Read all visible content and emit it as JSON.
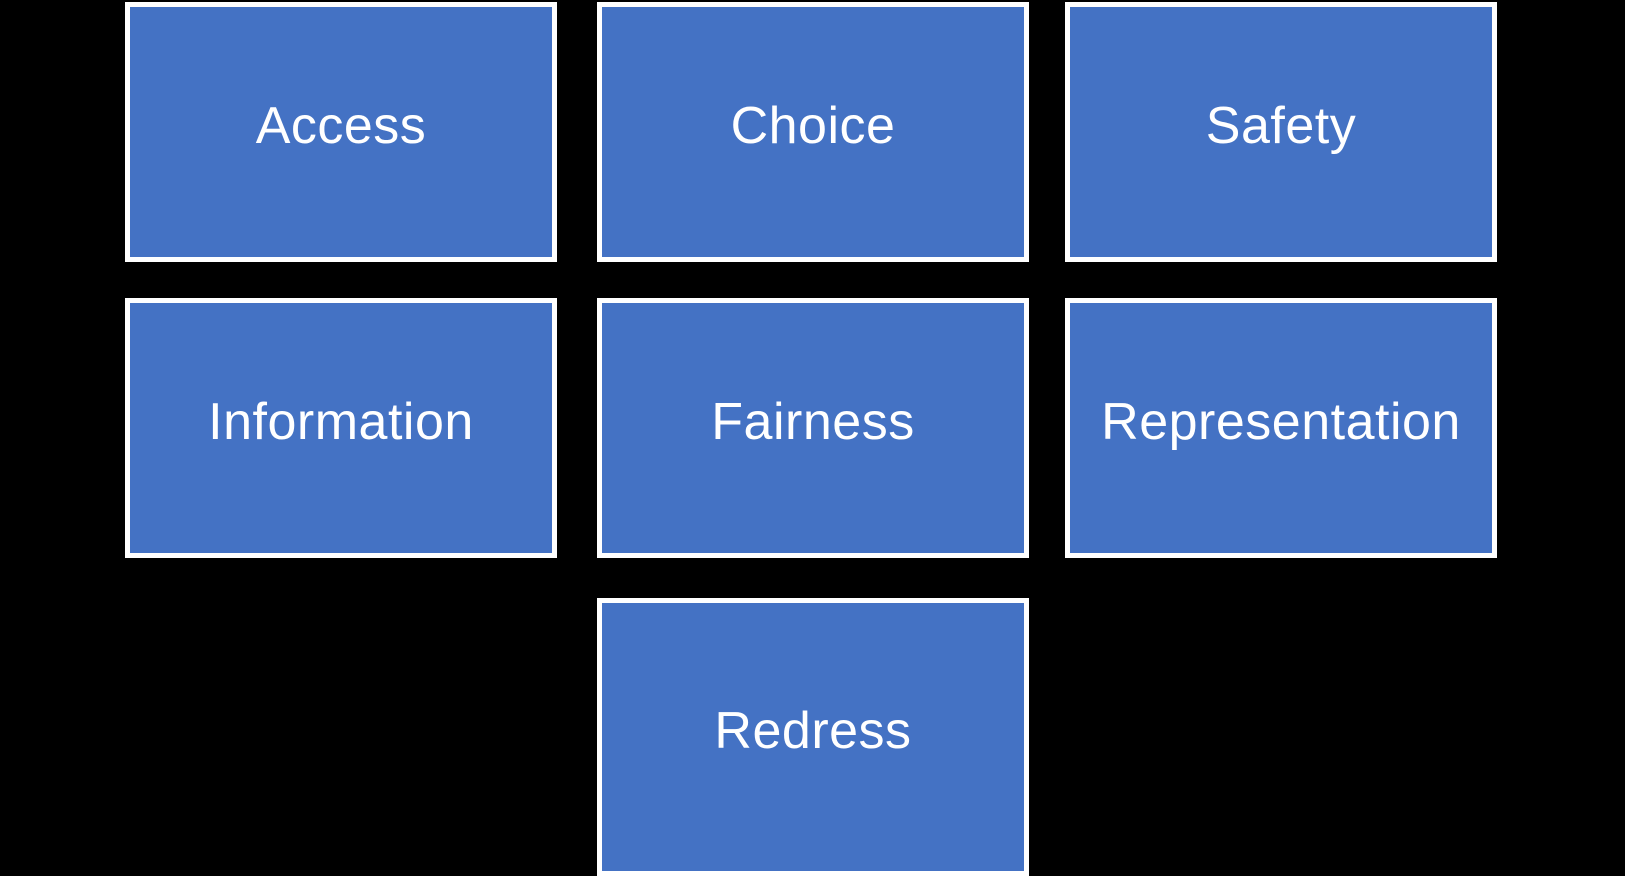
{
  "page": {
    "background_color": "#000000"
  },
  "diagram": {
    "type": "grid-of-labeled-rectangles",
    "box_style": {
      "fill": "#4472C4",
      "border_color": "#FFFFFF",
      "text_color": "#FFFFFF"
    },
    "boxes": [
      {
        "id": "access",
        "label": "Access",
        "row": 1,
        "col": 1
      },
      {
        "id": "choice",
        "label": "Choice",
        "row": 1,
        "col": 2
      },
      {
        "id": "safety",
        "label": "Safety",
        "row": 1,
        "col": 3
      },
      {
        "id": "information",
        "label": "Information",
        "row": 2,
        "col": 1
      },
      {
        "id": "fairness",
        "label": "Fairness",
        "row": 2,
        "col": 2
      },
      {
        "id": "representation",
        "label": "Representation",
        "row": 2,
        "col": 3
      },
      {
        "id": "redress",
        "label": "Redress",
        "row": 3,
        "col": 2
      }
    ]
  }
}
